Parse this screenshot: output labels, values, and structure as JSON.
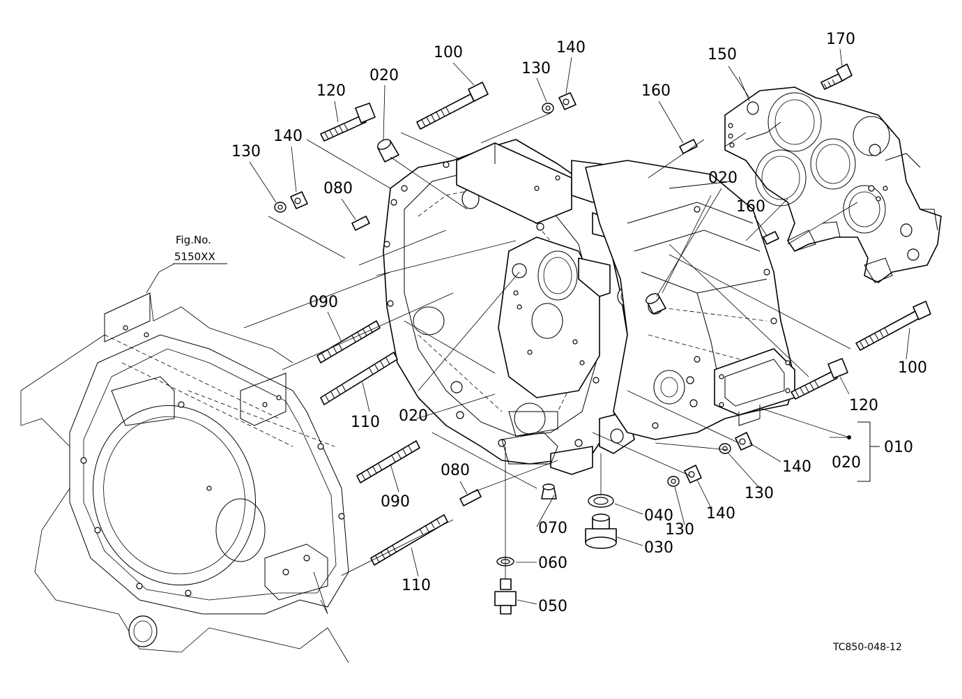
{
  "figure_ref": {
    "line1": "Fig.No.",
    "line2": "5150XX"
  },
  "drawing_code": "TC850-048-12",
  "assembly_label": "010",
  "callouts": {
    "c170": "170",
    "c150": "150",
    "c160a": "160",
    "c160b": "160",
    "c100a": "100",
    "c100b": "100",
    "c120a": "120",
    "c120b": "120",
    "c140a": "140",
    "c140b": "140",
    "c140c": "140",
    "c140d": "140",
    "c130a": "130",
    "c130b": "130",
    "c130c": "130",
    "c130d": "130",
    "c020a": "020",
    "c020b": "020",
    "c020c": "020",
    "c020d": "020",
    "c080a": "080",
    "c080b": "080",
    "c090a": "090",
    "c090b": "090",
    "c110a": "110",
    "c110b": "110",
    "c070": "070",
    "c060": "060",
    "c050": "050",
    "c040": "040",
    "c030": "030"
  }
}
